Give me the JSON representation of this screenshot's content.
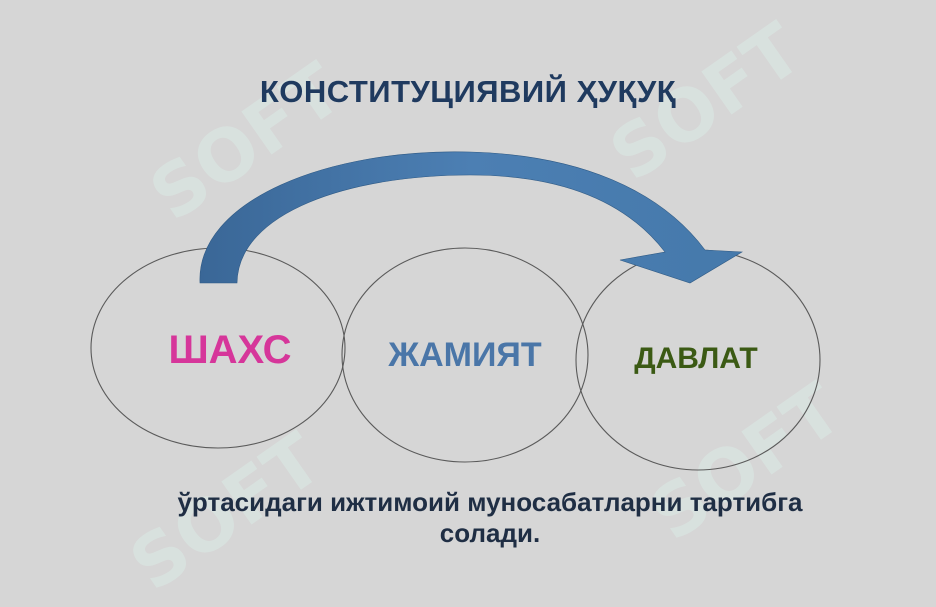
{
  "title": "КОНСТИТУЦИЯВИЙ ҲУҚУҚ",
  "circles": [
    {
      "label": "ШАХС",
      "color": "#d6369a"
    },
    {
      "label": "ЖАМИЯТ",
      "color": "#4a76a8"
    },
    {
      "label": "ДАВЛАТ",
      "color": "#3b5a14"
    }
  ],
  "arrow_color": "#3f6fa0",
  "footer": {
    "line1": "ўртасидаги ижтимоий муносабатларни тартибга",
    "line2": "солади."
  },
  "watermark": "SOFT"
}
